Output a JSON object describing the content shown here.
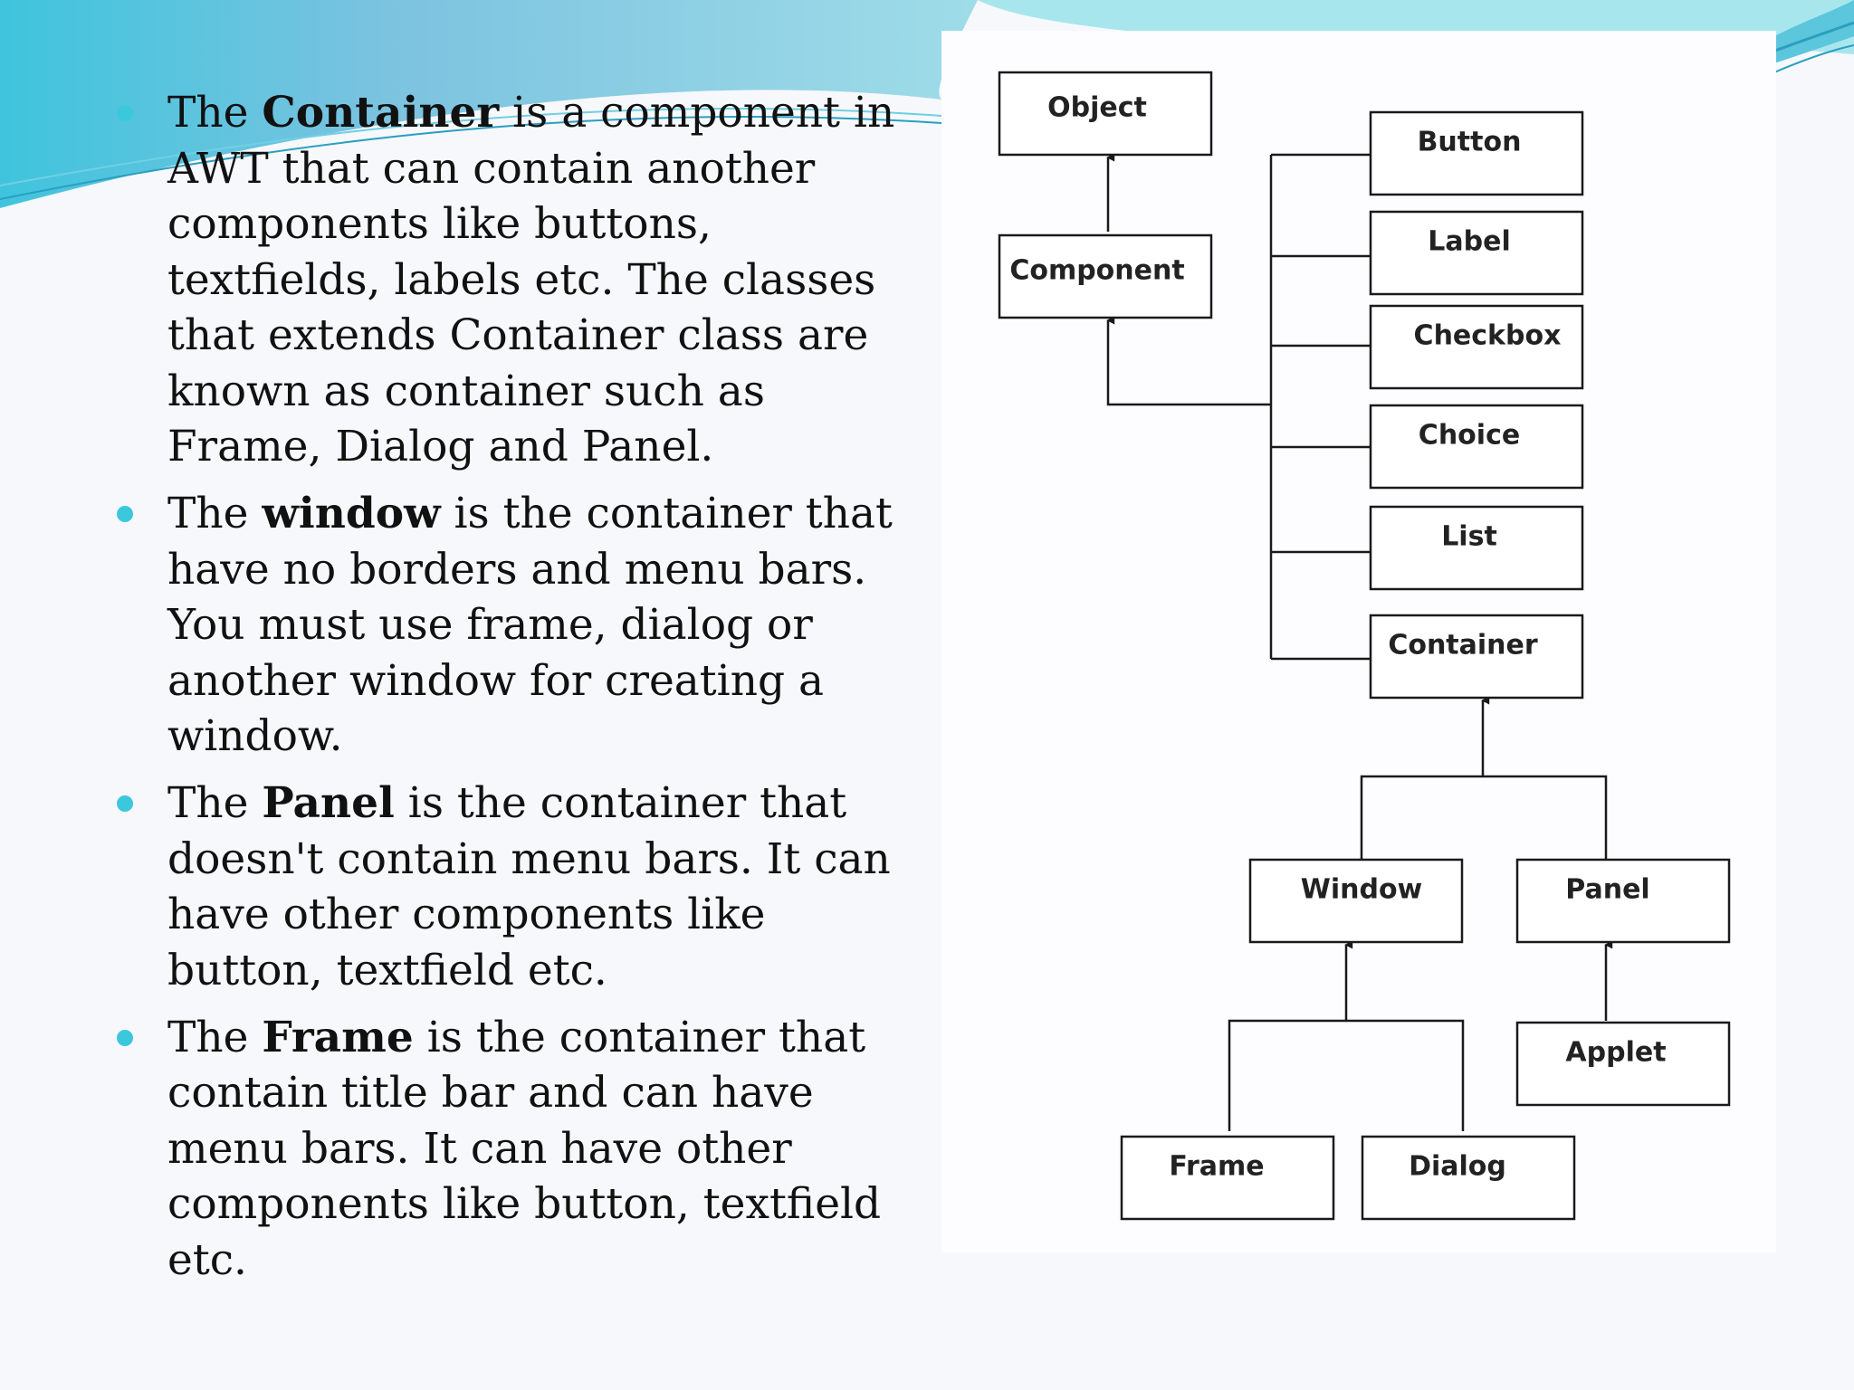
{
  "bullets": [
    {
      "prefix": "The ",
      "term": "Container",
      "rest": " is a component in AWT that can contain another components like buttons, textfields, labels etc. The classes that extends Container class are known as container such as Frame, Dialog and Panel."
    },
    {
      "prefix": "The ",
      "term": "window",
      "rest": " is the container that have no borders and menu bars. You must use frame, dialog or another window for creating a window."
    },
    {
      "prefix": "The ",
      "term": "Panel",
      "rest": " is the container that doesn't contain menu bars. It can have other components like button, textfield etc."
    },
    {
      "prefix": "The ",
      "term": "Frame",
      "rest": " is the container that contain title bar and can have menu bars. It can have other components like button, textfield etc."
    }
  ],
  "diagram": {
    "nodes": {
      "object": "Object",
      "component": "Component",
      "button": "Button",
      "label": "Label",
      "checkbox": "Checkbox",
      "choice": "Choice",
      "list": "List",
      "container": "Container",
      "window": "Window",
      "panel": "Panel",
      "applet": "Applet",
      "frame": "Frame",
      "dialog": "Dialog"
    },
    "edges": [
      {
        "child": "component",
        "parent": "object"
      },
      {
        "child": "button",
        "parent": "component"
      },
      {
        "child": "label",
        "parent": "component"
      },
      {
        "child": "checkbox",
        "parent": "component"
      },
      {
        "child": "choice",
        "parent": "component"
      },
      {
        "child": "list",
        "parent": "component"
      },
      {
        "child": "container",
        "parent": "component"
      },
      {
        "child": "window",
        "parent": "container"
      },
      {
        "child": "panel",
        "parent": "container"
      },
      {
        "child": "frame",
        "parent": "window"
      },
      {
        "child": "dialog",
        "parent": "window"
      },
      {
        "child": "applet",
        "parent": "panel"
      }
    ]
  },
  "colors": {
    "bullet": "#3cc8dc",
    "wave_light": "#a8e6ee",
    "wave_mid": "#5cc6dc",
    "wave_dark": "#2a9fc0"
  }
}
